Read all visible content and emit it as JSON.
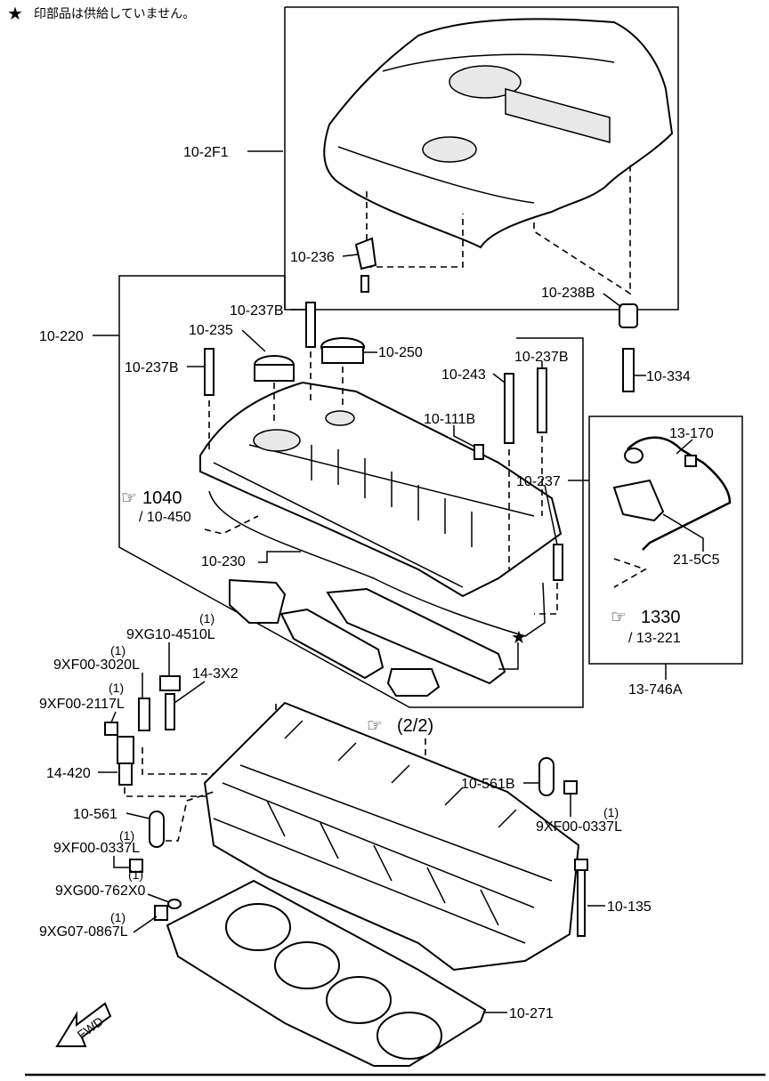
{
  "notice": {
    "star": "★",
    "text": "印部品は供給していません。"
  },
  "labels": {
    "l_102F1": "10-2F1",
    "l_10236": "10-236",
    "l_10238B": "10-238B",
    "l_10334": "10-334",
    "l_10220": "10-220",
    "l_10237B_top": "10-237B",
    "l_10235": "10-235",
    "l_10250": "10-250",
    "l_10237B_left": "10-237B",
    "l_10243": "10-243",
    "l_10237B_right": "10-237B",
    "l_10111B": "10-111B",
    "l_10237": "10-237",
    "l_1040": "1040",
    "l_10450": "/ 10-450",
    "l_10230": "10-230",
    "l_13170": "13-170",
    "l_215C5": "21-5C5",
    "l_1330": "1330",
    "l_13221": "/ 13-221",
    "l_13746A": "13-746A",
    "l_q1": "(1)",
    "l_9XG104510L": "9XG10-4510L",
    "l_q2": "(1)",
    "l_9XF003020L": "9XF00-3020L",
    "l_143X2": "14-3X2",
    "l_q3": "(1)",
    "l_9XF002117L": "9XF00-2117L",
    "l_22": "(2/2)",
    "l_14420": "14-420",
    "l_10561B": "10-561B",
    "l_10561": "10-561",
    "l_q4": "(1)",
    "l_9XF000337L_r": "9XF00-0337L",
    "l_q5": "(1)",
    "l_9XF000337L_l": "9XF00-0337L",
    "l_q6": "(1)",
    "l_9XG00762X0": "9XG00-762X0",
    "l_q7": "(1)",
    "l_9XG070867L": "9XG07-0867L",
    "l_10135": "10-135",
    "l_10271": "10-271",
    "l_fwd": "FWD"
  }
}
